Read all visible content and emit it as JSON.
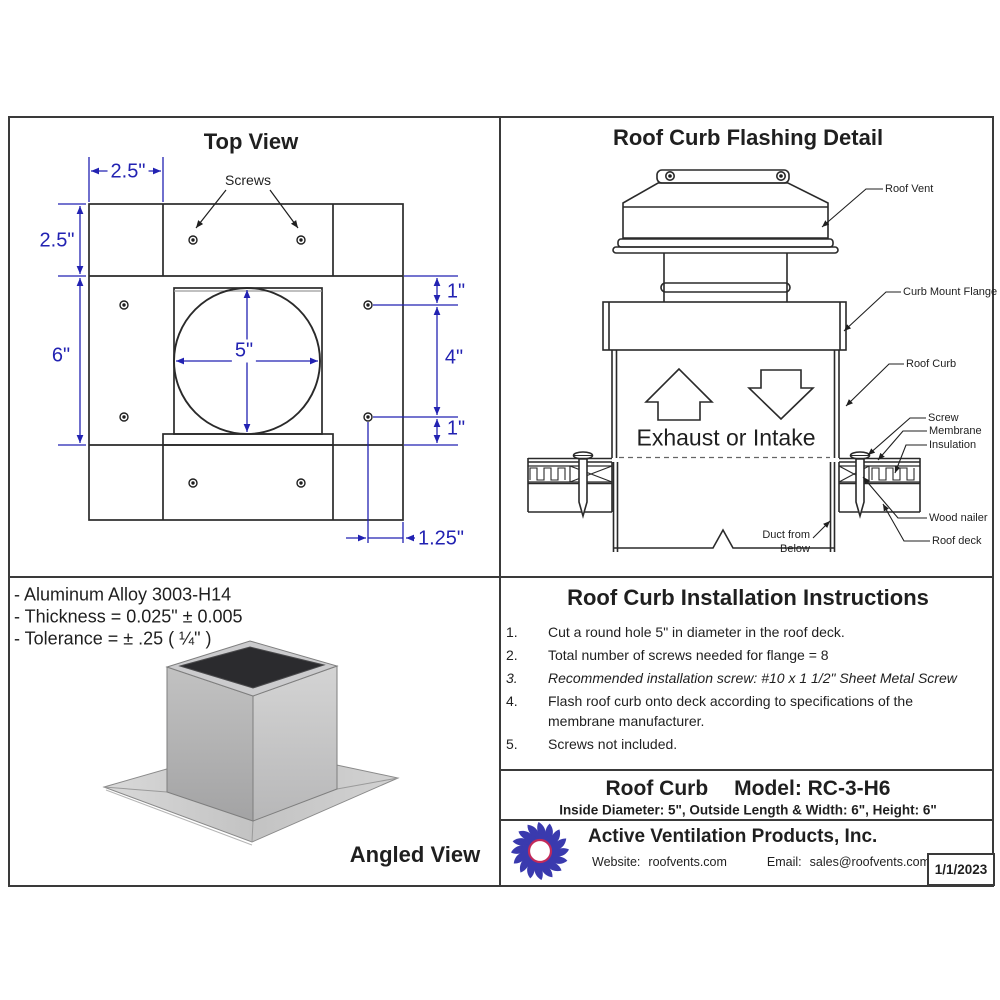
{
  "top_view": {
    "title": "Top View",
    "screws_label": "Screws",
    "dim_flange_top": "2.5\"",
    "dim_flange_left": "2.5\"",
    "dim_curb_side": "6\"",
    "dim_screw_top": "1\"",
    "dim_screw_span": "4\"",
    "dim_screw_bottom": "1\"",
    "dim_hole_diameter": "5\"",
    "dim_screw_edge": "1.25\""
  },
  "flashing": {
    "title": "Roof Curb Flashing Detail",
    "roof_vent": "Roof Vent",
    "curb_mount_flange": "Curb Mount Flange",
    "roof_curb": "Roof Curb",
    "screw": "Screw",
    "membrane": "Membrane",
    "insulation": "Insulation",
    "wood_nailer": "Wood nailer",
    "roof_deck": "Roof deck",
    "duct_line1": "Duct from",
    "duct_line2": "Below",
    "flow_label": "Exhaust or Intake"
  },
  "angled": {
    "title": "Angled View",
    "spec1": "- Aluminum Alloy 3003-H14",
    "spec2": "- Thickness = 0.025\" ± 0.005",
    "spec3": "- Tolerance =  ± .25 ( ¼\" )"
  },
  "instructions": {
    "title": "Roof Curb Installation Instructions",
    "items": [
      {
        "num": "1.",
        "text": "Cut a round hole 5\" in diameter in the roof deck."
      },
      {
        "num": "2.",
        "text": "Total number of screws needed for flange = 8"
      },
      {
        "num": "3.",
        "text": "Recommended installation screw: #10 x 1 1/2\" Sheet Metal Screw"
      },
      {
        "num": "4.",
        "text": "Flash roof curb onto deck according to specifications of the membrane manufacturer."
      },
      {
        "num": "5.",
        "text": "Screws not included."
      }
    ]
  },
  "product": {
    "name": "Roof Curb",
    "model": "Model: RC-3-H6",
    "dimensions": "Inside Diameter: 5\",  Outside Length & Width: 6\",  Height: 6\""
  },
  "company": {
    "name": "Active Ventilation Products, Inc.",
    "website_label": "Website:",
    "website": "roofvents.com",
    "email_label": "Email:",
    "email": "sales@roofvents.com",
    "date": "1/1/2023"
  },
  "colors": {
    "dimension_blue": "#2222b2",
    "line_dark": "#3a3a3a",
    "logo_blue": "#3a3aae",
    "logo_ring": "#c22a5a"
  }
}
